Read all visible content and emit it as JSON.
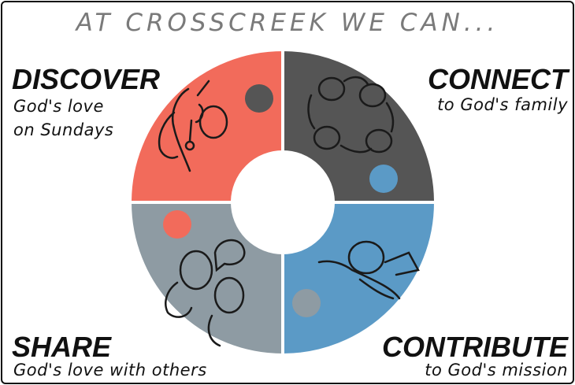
{
  "title": "AT CROSSCREEK WE CAN...",
  "quadrants": [
    {
      "heading": "DISCOVER",
      "sub_lines": [
        "God's love",
        "on Sundays"
      ],
      "color": "#f26b5b"
    },
    {
      "heading": "CONNECT",
      "sub_lines": [
        "to God's family"
      ],
      "color": "#555555"
    },
    {
      "heading": "SHARE",
      "sub_lines": [
        "God's love with others"
      ],
      "color": "#8e9ba3"
    },
    {
      "heading": "CONTRIBUTE",
      "sub_lines": [
        "to God's mission"
      ],
      "color": "#5b9ac6"
    }
  ]
}
